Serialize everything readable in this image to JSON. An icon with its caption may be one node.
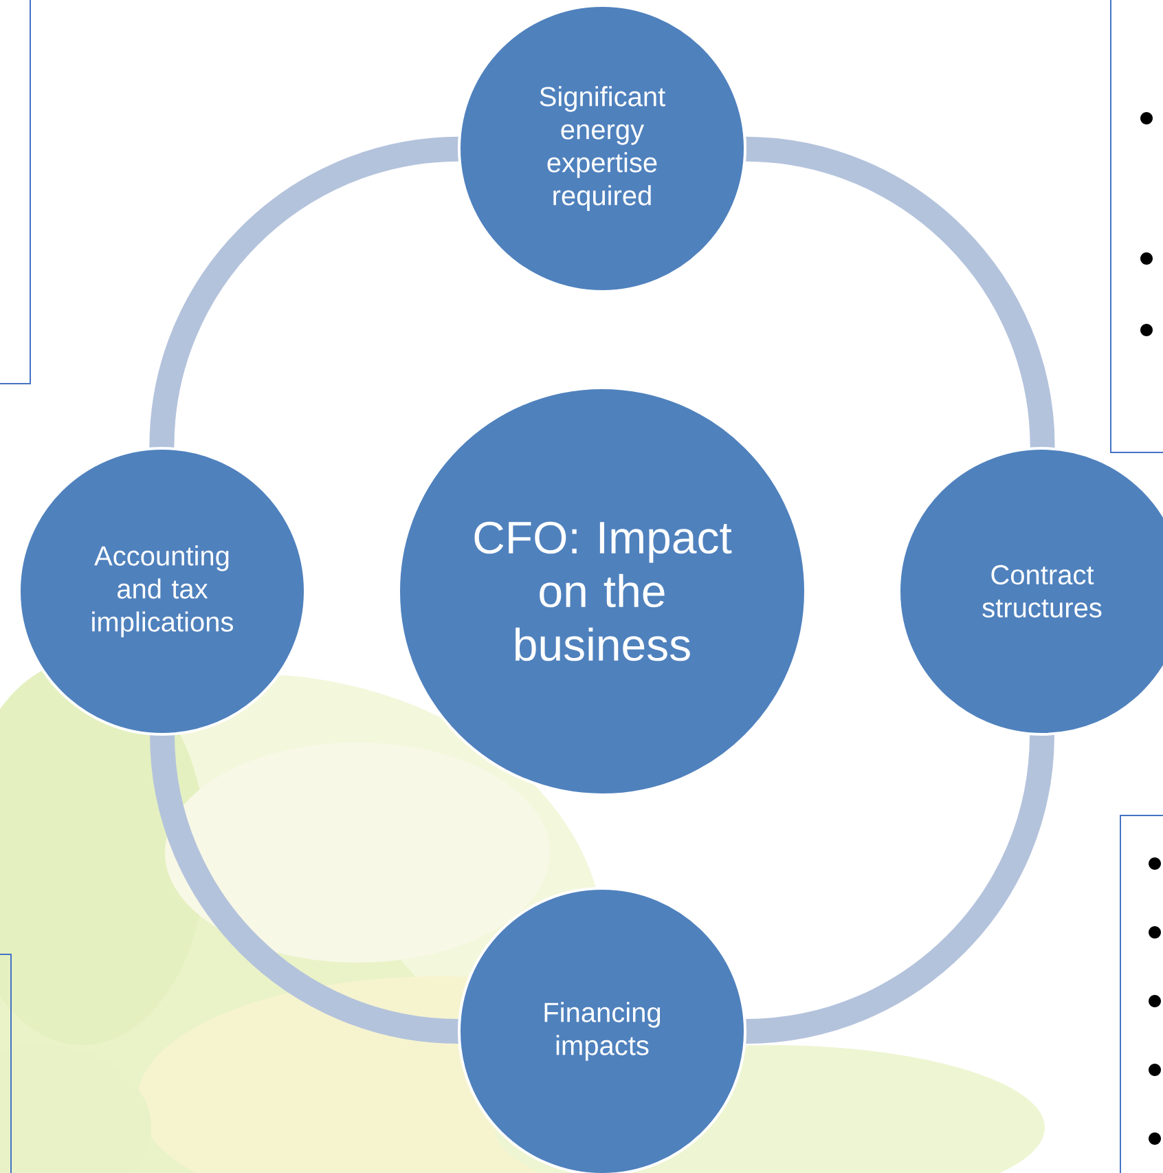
{
  "diagram": {
    "nodes": [
      {
        "text": [
          "CFO: Impact on the business"
        ]
      },
      {
        "text": [
          "Significant energy expertise required"
        ]
      },
      {
        "text": [
          "Contract structures"
        ]
      },
      {
        "text": [
          "Financing impacts"
        ]
      },
      {
        "text": [
          "Accounting and tax implications"
        ]
      }
    ],
    "edges": [
      {
        "from": 4,
        "to": 1,
        "arrow": "none"
      },
      {
        "from": 1,
        "to": 2,
        "arrow": "none"
      },
      {
        "from": 2,
        "to": 3,
        "arrow": "none"
      },
      {
        "from": 3,
        "to": 4,
        "arrow": "none"
      }
    ]
  }
}
